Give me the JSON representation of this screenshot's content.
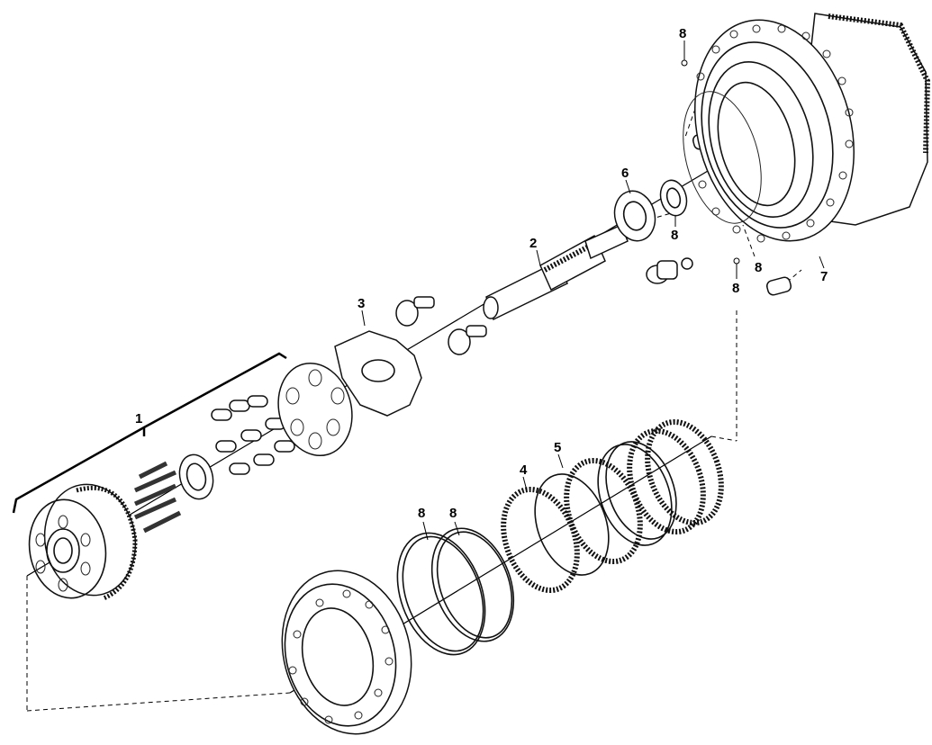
{
  "diagram": {
    "callouts": [
      {
        "id": "c1",
        "label": "1"
      },
      {
        "id": "c2",
        "label": "2"
      },
      {
        "id": "c3",
        "label": "3"
      },
      {
        "id": "c4",
        "label": "4"
      },
      {
        "id": "c5",
        "label": "5"
      },
      {
        "id": "c6",
        "label": "6"
      },
      {
        "id": "c7",
        "label": "7"
      },
      {
        "id": "c8a",
        "label": "8"
      },
      {
        "id": "c8b",
        "label": "8"
      },
      {
        "id": "c8c",
        "label": "8"
      },
      {
        "id": "c8d",
        "label": "8"
      },
      {
        "id": "c8e",
        "label": "8"
      },
      {
        "id": "c8f",
        "label": "8"
      }
    ]
  }
}
